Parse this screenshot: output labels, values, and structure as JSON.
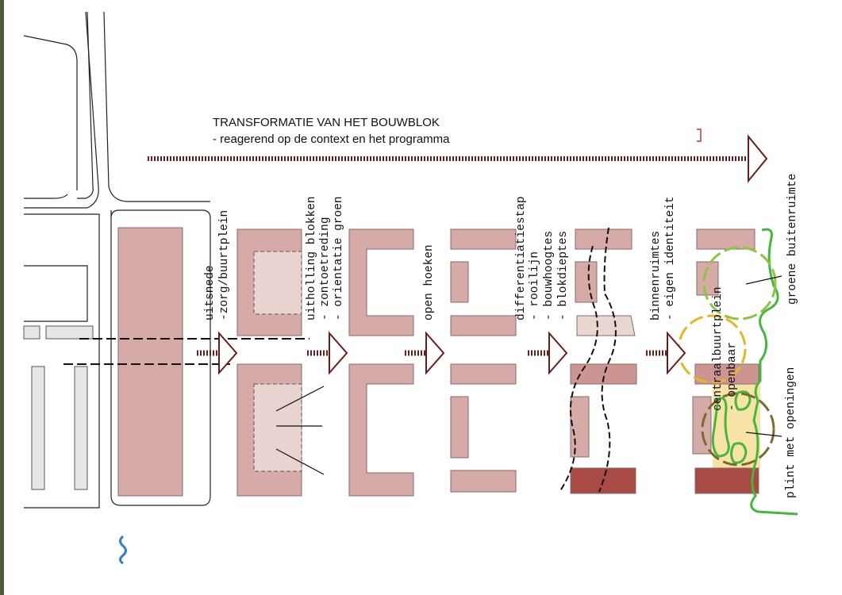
{
  "title": "TRANSFORMATIE VAN HET BOUWBLOK",
  "subtitle": "- reagerend op de context en het programma",
  "labels": {
    "step1_line1": "uitsnede",
    "step1_line2": "-zorg/buurtplein",
    "step2_line1": "uitholling blokken",
    "step2_line2": "- zontoetreding",
    "step2_line3": "- orientatie groen",
    "step3_line1": "open hoeken",
    "step4_line1": "differentiatiestap",
    "step4_line2": "- rooilijn",
    "step4_line3": "- bouwhoogtes",
    "step4_line4": "- blokdieptes",
    "step5_line1": "binnenruimtes",
    "step5_line2": "- eigen identiteit",
    "right_label1": "groene buitenruimte",
    "right_label2a": "centraalbuurtplein",
    "right_label2b": "- openbaar",
    "right_label3": "plint met openingen"
  },
  "colors": {
    "block_fill": "#d5aaa7",
    "block_stroke": "#8a6a68",
    "hollow_fill": "#e8d3d0",
    "dark_block": "#a94a44",
    "light_block": "#e8d6d1",
    "mid_block": "#cc9592",
    "arrow_line": "#6b1d1d",
    "green": "#44b83a",
    "light_green": "#8cc63f",
    "yellow": "#e8b620",
    "olive": "#7a6b2a",
    "plaza_fill": "#f7e3a8",
    "blue_marker": "#2a7fcf"
  }
}
